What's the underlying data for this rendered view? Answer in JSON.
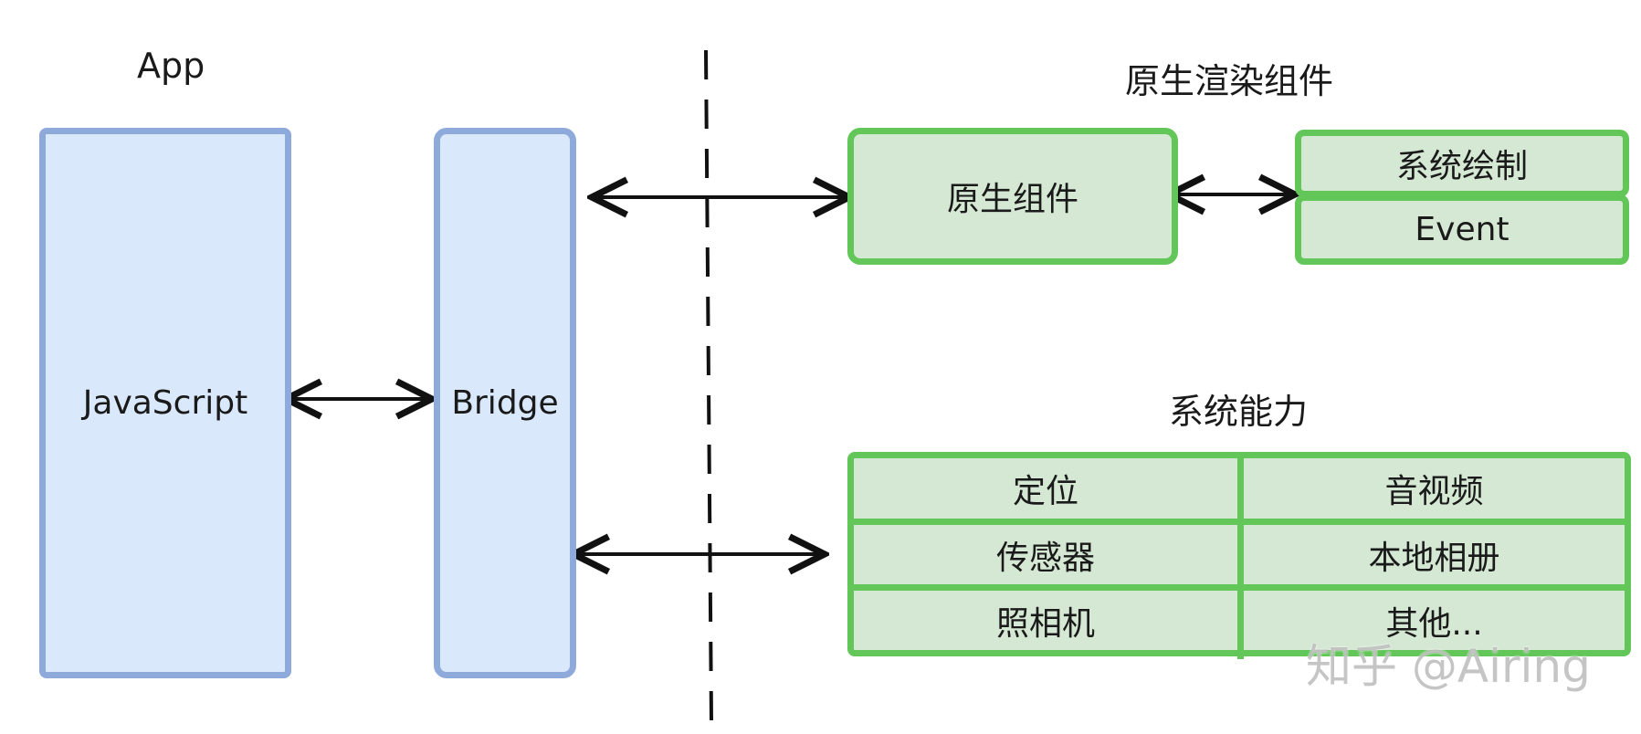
{
  "app_section": {
    "title": "App",
    "javascript_label": "JavaScript",
    "bridge_label": "Bridge"
  },
  "native_render": {
    "title": "原生渲染组件",
    "component_label": "原生组件",
    "stack": [
      "系统绘制",
      "Event"
    ]
  },
  "system_capabilities": {
    "title": "系统能力",
    "grid": [
      [
        "定位",
        "音视频"
      ],
      [
        "传感器",
        "本地相册"
      ],
      [
        "照相机",
        "其他..."
      ]
    ]
  },
  "watermark": "知乎 @Airing",
  "colors": {
    "blue_fill": "#dae8fc",
    "blue_stroke": "#8eaadb",
    "green_fill": "#d5e8d4",
    "green_stroke": "#62c659"
  }
}
